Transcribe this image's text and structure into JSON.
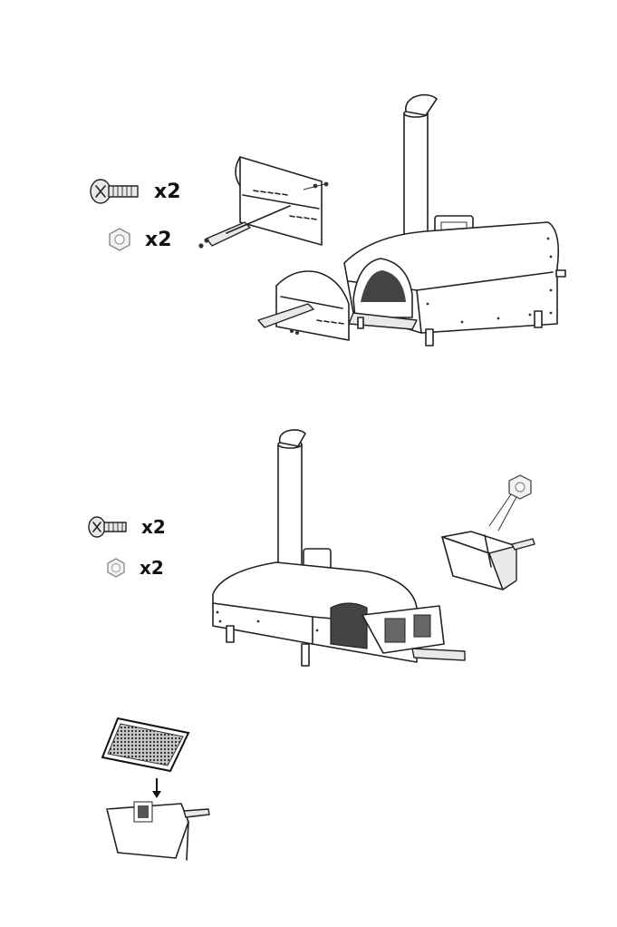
{
  "step1": {
    "screw_qty": "x2",
    "nut_qty": "x2"
  },
  "step2": {
    "screw_qty": "x2",
    "nut_qty": "x2"
  },
  "step3": {},
  "icons": [
    "screw-icon",
    "nut-icon",
    "arrow-down-icon"
  ]
}
